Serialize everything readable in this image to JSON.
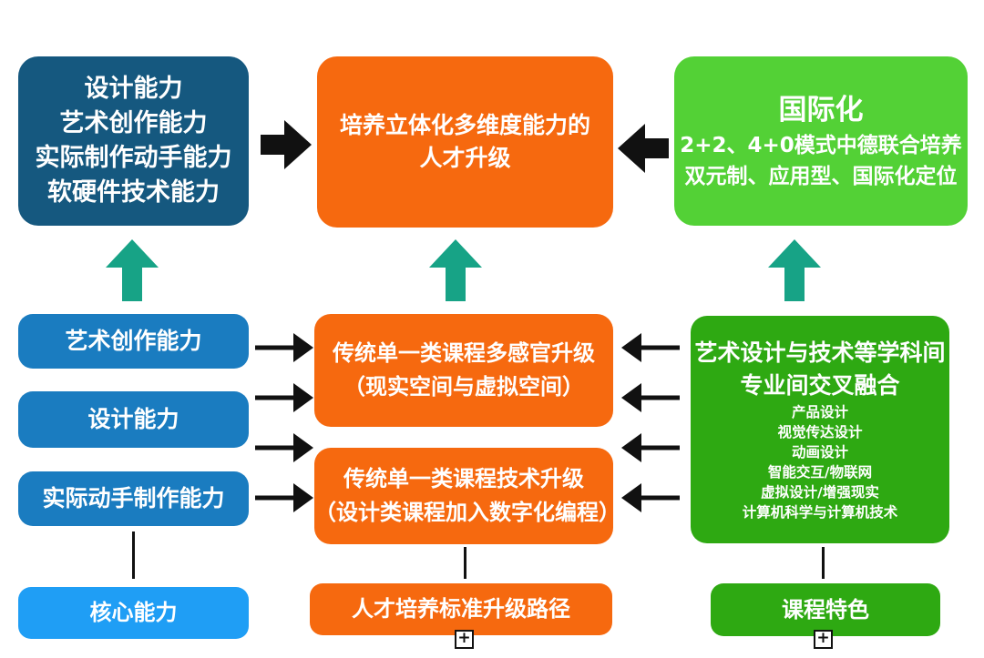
{
  "colors": {
    "dark_blue": "#15587f",
    "mid_blue": "#1a7cc0",
    "light_blue": "#1f9ef5",
    "orange": "#f6690f",
    "light_green": "#53d136",
    "green": "#2ea912",
    "teal_arrow": "#17a386",
    "black_arrow": "#111111"
  },
  "icons": {
    "expand": "+"
  },
  "top_row": {
    "capabilities_box": {
      "lines": [
        "设计能力",
        "艺术创作能力",
        "实际制作动手能力",
        "软硬件技术能力"
      ]
    },
    "talent_box": {
      "text": "培养立体化多维度能力的人才升级"
    },
    "international_box": {
      "title": "国际化",
      "lines": [
        "2+2、4+0模式中德联合培养",
        "双元制、应用型、国际化定位"
      ]
    }
  },
  "middle_section": {
    "capability_boxes": [
      "艺术创作能力",
      "设计能力",
      "实际动手制作能力"
    ],
    "upgrade_boxes": [
      {
        "line1": "传统单一类课程多感官升级",
        "line2": "（现实空间与虚拟空间）"
      },
      {
        "line1": "传统单一类课程技术升级",
        "line2": "（设计类课程加入数字化编程）"
      }
    ],
    "fusion_box": {
      "title_lines": [
        "艺术设计与技术等学科间",
        "专业间交叉融合"
      ],
      "majors": [
        "产品设计",
        "视觉传达设计",
        "动画设计",
        "智能交互/物联网",
        "虚拟设计/增强现实",
        "计算机科学与计算机技术"
      ]
    }
  },
  "bottom_row": {
    "core_capability_label": "核心能力",
    "training_path_label": "人才培养标准升级路径",
    "course_feature_label": "课程特色"
  }
}
